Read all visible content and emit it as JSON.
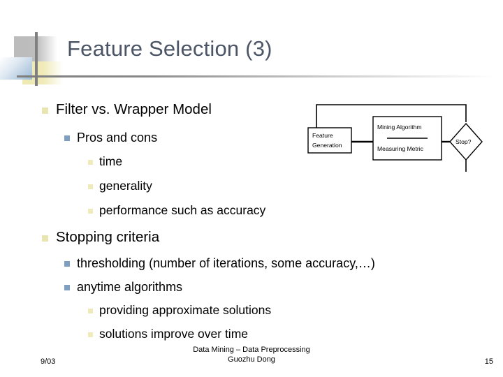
{
  "slide": {
    "title": "Feature Selection (3)",
    "title_color": "#4b5565",
    "background": "#ffffff"
  },
  "decoration": {
    "gray_square_color": "#bcbcbc",
    "blue_square_color": "#9cbad5",
    "yellow_square_color": "#eeeab4",
    "line_color": "#808080"
  },
  "bullets": {
    "level1_marker_color": "#e9e5b1",
    "level2_marker_color": "#7f9fc0",
    "level3_marker_color": "#eeeab9",
    "items": [
      {
        "level": 1,
        "text": "Filter vs. Wrapper Model"
      },
      {
        "level": 2,
        "text": "Pros and cons"
      },
      {
        "level": 3,
        "text": "time"
      },
      {
        "level": 3,
        "text": "generality"
      },
      {
        "level": 3,
        "text": "performance such as accuracy"
      },
      {
        "level": 1,
        "text": "Stopping criteria"
      },
      {
        "level": 2,
        "text": "thresholding (number of iterations, some accuracy,…)"
      },
      {
        "level": 2,
        "text": "anytime algorithms"
      },
      {
        "level": 3,
        "text": "providing approximate solutions"
      },
      {
        "level": 3,
        "text": "solutions improve over time"
      }
    ]
  },
  "diagram": {
    "name": "feature-selection-process-diagram",
    "nodes": {
      "feature_generation_line1": "Feature",
      "feature_generation_line2": "Generation",
      "mining_algorithm": "Mining Algorithm",
      "measuring_metric": "Measuring Metric",
      "stop_decision": "Stop?"
    }
  },
  "footer": {
    "date": "9/03",
    "course_line1": "Data Mining – Data Preprocessing",
    "course_line2": "Guozhu Dong",
    "page_number": "15"
  }
}
